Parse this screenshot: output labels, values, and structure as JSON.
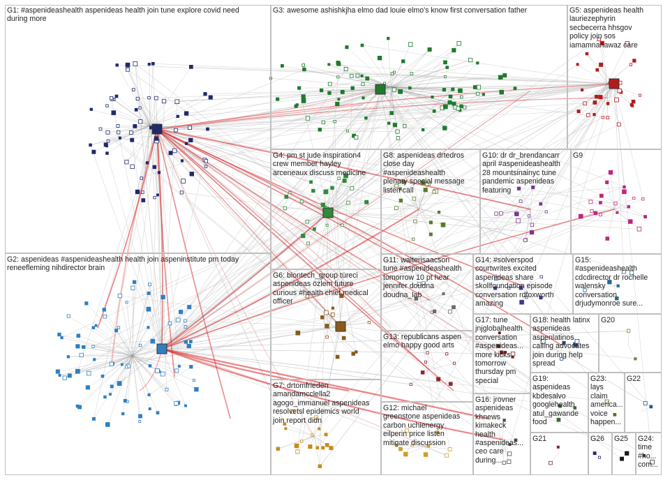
{
  "groups": [
    {
      "id": "G1",
      "label": "G1: #aspenideashealth aspenideas health join tune explore covid need\nduring more",
      "color": "#1f2a6b"
    },
    {
      "id": "G2",
      "label": "G2: aspenideas #aspenideashealth health join aspeninstitute pm today\nreneefleming nihdirector brain",
      "color": "#2f7fc1"
    },
    {
      "id": "G3",
      "label": "G3: awesome ashishkjha elmo dad louie elmo's know first conversation father",
      "color": "#1f7a2e"
    },
    {
      "id": "G4",
      "label": "G4: pm st jude inspiration4\ncrew member hayley\narceneaux discuss medicine",
      "color": "#2e8b3a"
    },
    {
      "id": "G5",
      "label": "G5: aspenideas health\nlauriezephyrin\nsecbecerra hhsgov\npolicy join sos\niamamnanawaz care",
      "color": "#b01d1d"
    },
    {
      "id": "G6",
      "label": "G6: biontech_group türeci\naspenideas özlem future\ncurious #health chief medical\nofficer",
      "color": "#8a5a1a"
    },
    {
      "id": "G7",
      "label": "G7: drtomfrieden\namandamcclella2\nagogo_immanuel aspenideas\nresolvetsl epidemics world\njoin report didn",
      "color": "#c78a1a"
    },
    {
      "id": "G8",
      "label": "G8: aspenideas drtedros\nclose day\n#aspenideashealth\nplenary special message\nlisten call",
      "color": "#5a7a2a"
    },
    {
      "id": "G9",
      "label": "G9",
      "color": "#c0267f"
    },
    {
      "id": "G10",
      "label": "G10: dr dr_brendancarr\napril #aspenideashealth\n28 mountsinainyc tune\npandemic aspenideas\nfeaturing",
      "color": "#7a3a8a"
    },
    {
      "id": "G11",
      "label": "G11: walterisaacson\ntune #aspenideashealth\ntomorrow 10 pt hear\njennifer doudna\ndoudna_lab",
      "color": "#6a6a6a"
    },
    {
      "id": "G12",
      "label": "G12: michael\ngreenstone aspenideas\ncarbon uchienergy\neilperin price listen\nmitigate discussion",
      "color": "#c9a227"
    },
    {
      "id": "G13",
      "label": "G13: republicans aspen\nelmo happy good arts",
      "color": "#8a2a2a"
    },
    {
      "id": "G14",
      "label": "G14: #solverspod\ncourtwrites excited\naspenideas share\nskollfoundation episode\nconversation rdfoxworth\namazing",
      "color": "#3a3a8a"
    },
    {
      "id": "G15",
      "label": "G15:\n#aspenideashealth\ncdcdirector dr rochelle\nwalensky\nconversation\ndrjudymonroe sure...",
      "color": "#2a6a8a"
    },
    {
      "id": "G16",
      "label": "G16: jrovner\naspenideas\nkhnews\nkimakeck\nhealth\n#aspenideas...\nceo care\nduring...",
      "color": "#4a4a4a"
    },
    {
      "id": "G17",
      "label": "G17: tune\njnjglobalhealth\nconversation\n#aspenideas...\nmore kicks\ntomorrow\nthursday pm\nspecial",
      "color": "#7a1a1a"
    },
    {
      "id": "G18",
      "label": "G18: health latinx\naspenideas\naspenlatinos\ncalling advocates\njoin during help\nspread",
      "color": "#2a4a7a"
    },
    {
      "id": "G19",
      "label": "G19:\naspenideas\nkbdesalvo\ngooglehealth\natul_gawande\nfood",
      "color": "#3a6a3a"
    },
    {
      "id": "G20",
      "label": "G20",
      "color": "#6a8a2a"
    },
    {
      "id": "G21",
      "label": "G21",
      "color": "#8a1a4a"
    },
    {
      "id": "G22",
      "label": "G22",
      "color": "#1a5a8a"
    },
    {
      "id": "G23",
      "label": "G23:\nlays\nclaim\namerica...\nvoice\nhappen...",
      "color": "#6a6a1a"
    },
    {
      "id": "G24",
      "label": "G24:\ntime\n#ho...\ncom...",
      "color": "#3a3a3a"
    },
    {
      "id": "G25",
      "label": "G25",
      "color": "#1a1a1a"
    },
    {
      "id": "G26",
      "label": "G26",
      "color": "#2a2a6a"
    }
  ],
  "colors": {
    "edge_strong": "#d9262b",
    "edge_faint": "#c8c8c8",
    "edge_mid": "#e88a8a"
  }
}
